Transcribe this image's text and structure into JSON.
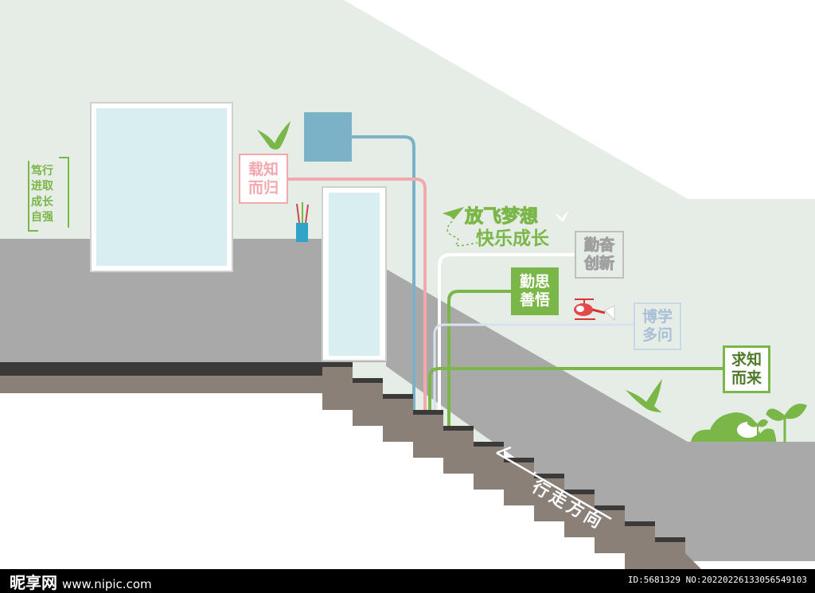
{
  "slogans": {
    "left_vertical": [
      "笃行",
      "进取",
      "成长",
      "自强"
    ],
    "zai_zhi": "载知\n而归",
    "fang_fei": "放飞梦想",
    "kuai_le": "快乐成长",
    "qin_fen": "勤奋\n创新",
    "qin_si": "勤思\n善悟",
    "bo_xue": "博学\n多问",
    "qiu_zhi": "求知\n而来"
  },
  "direction_label": "行走方向",
  "watermark": {
    "left": "昵享网",
    "url": "www.nipic.com",
    "right": "ID:5681329 NO:20220226133056549103"
  },
  "colors": {
    "wall": "#e6ede6",
    "floor": "#a9a9a9",
    "pink": "#f2a8ad",
    "blue": "#7bb2c8",
    "green": "#7ab648",
    "gray_line": "#bfbfbf",
    "stair_riser": "#8a8078",
    "stair_tread": "#3c3a38"
  }
}
